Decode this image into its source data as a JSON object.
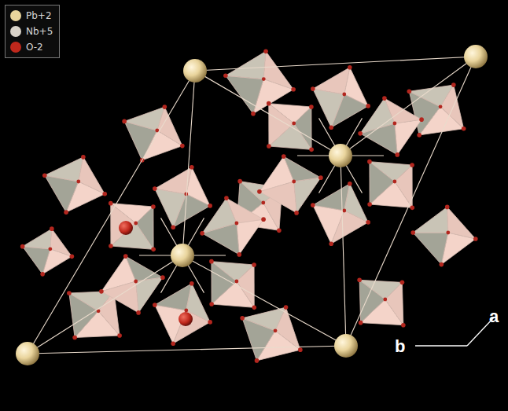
{
  "diagram": {
    "labels": [
      "a",
      "b"
    ],
    "legend": [
      {
        "text": "Pb+2",
        "color": "#e9d49c"
      },
      {
        "text": "Nb+5",
        "color": "#d9d3c9"
      },
      {
        "text": "O-2",
        "color": "#c0281c"
      }
    ]
  }
}
